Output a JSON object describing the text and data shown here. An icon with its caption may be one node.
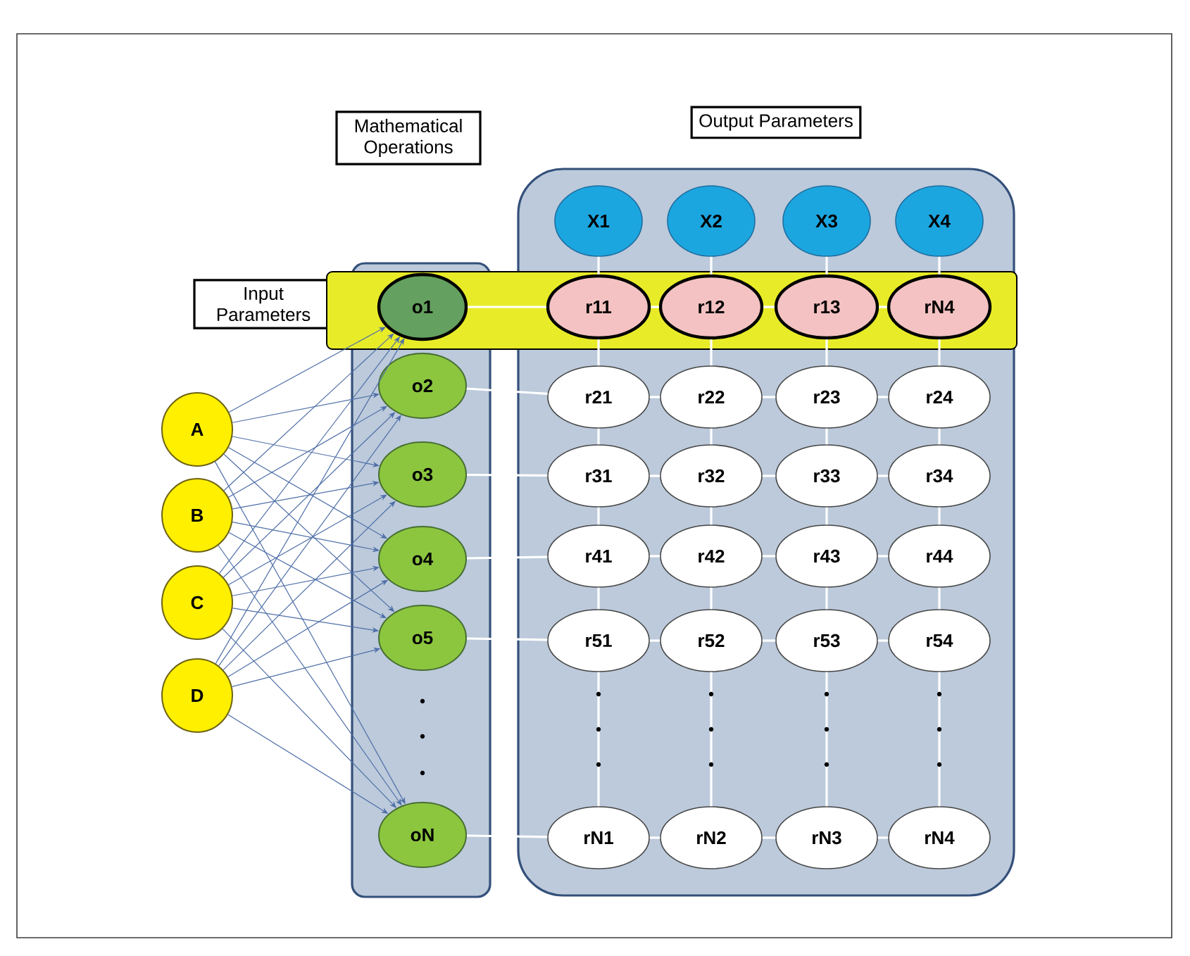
{
  "diagram": {
    "nodes": [
      {
        "text": [
          "Input Parameters"
        ]
      },
      {
        "text": [
          "Mathematical Operations"
        ]
      },
      {
        "text": [
          "Output Parameters"
        ]
      },
      {
        "text": [],
        "shape": "box"
      },
      {
        "text": [],
        "shape": "box"
      },
      {
        "text": [
          "A"
        ]
      },
      {
        "text": [
          "B"
        ]
      },
      {
        "text": [
          "C"
        ]
      },
      {
        "text": [
          "D"
        ]
      },
      {
        "text": [
          "o1"
        ],
        "in": 3
      },
      {
        "text": [
          "o2"
        ],
        "in": 3
      },
      {
        "text": [
          "o3"
        ],
        "in": 3
      },
      {
        "text": [
          "o4"
        ],
        "in": 3
      },
      {
        "text": [
          "o5"
        ],
        "in": 3
      },
      {
        "text": [
          "oN"
        ],
        "in": 3
      },
      {
        "text": [
          "X1"
        ],
        "in": 4
      },
      {
        "text": [
          "X2"
        ],
        "in": 4
      },
      {
        "text": [
          "X3"
        ],
        "in": 4
      },
      {
        "text": [
          "X4"
        ],
        "in": 4
      },
      {
        "text": [
          "r11"
        ],
        "in": 4
      },
      {
        "text": [
          "r12"
        ],
        "in": 4
      },
      {
        "text": [
          "r13"
        ],
        "in": 4
      },
      {
        "text": [
          "rN4"
        ],
        "in": 4
      },
      {
        "text": [
          "r21"
        ],
        "in": 4
      },
      {
        "text": [
          "r22"
        ],
        "in": 4
      },
      {
        "text": [
          "r23"
        ],
        "in": 4
      },
      {
        "text": [
          "r24"
        ],
        "in": 4
      },
      {
        "text": [
          "r31"
        ],
        "in": 4
      },
      {
        "text": [
          "r32"
        ],
        "in": 4
      },
      {
        "text": [
          "r33"
        ],
        "in": 4
      },
      {
        "text": [
          "r34"
        ],
        "in": 4
      },
      {
        "text": [
          "r41"
        ],
        "in": 4
      },
      {
        "text": [
          "r42"
        ],
        "in": 4
      },
      {
        "text": [
          "r43"
        ],
        "in": 4
      },
      {
        "text": [
          "r44"
        ],
        "in": 4
      },
      {
        "text": [
          "r51"
        ],
        "in": 4
      },
      {
        "text": [
          "r52"
        ],
        "in": 4
      },
      {
        "text": [
          "r53"
        ],
        "in": 4
      },
      {
        "text": [
          "r54"
        ],
        "in": 4
      },
      {
        "text": [
          "rN1"
        ],
        "in": 4
      },
      {
        "text": [
          "rN2"
        ],
        "in": 4
      },
      {
        "text": [
          "rN3"
        ],
        "in": 4
      },
      {
        "text": [
          "rN4"
        ],
        "in": 4
      }
    ],
    "edges": [
      {
        "from": 5,
        "to": 9,
        "arrow": "to",
        "color": "#4f6fa8"
      },
      {
        "from": 5,
        "to": 10,
        "arrow": "to",
        "color": "#4f6fa8"
      },
      {
        "from": 5,
        "to": 11,
        "arrow": "to",
        "color": "#4f6fa8"
      },
      {
        "from": 5,
        "to": 12,
        "arrow": "to",
        "color": "#4f6fa8"
      },
      {
        "from": 5,
        "to": 13,
        "arrow": "to",
        "color": "#4f6fa8"
      },
      {
        "from": 5,
        "to": 14,
        "arrow": "to",
        "color": "#4f6fa8"
      },
      {
        "from": 6,
        "to": 9,
        "arrow": "to",
        "color": "#4f6fa8"
      },
      {
        "from": 6,
        "to": 10,
        "arrow": "to",
        "color": "#4f6fa8"
      },
      {
        "from": 6,
        "to": 11,
        "arrow": "to",
        "color": "#4f6fa8"
      },
      {
        "from": 6,
        "to": 12,
        "arrow": "to",
        "color": "#4f6fa8"
      },
      {
        "from": 6,
        "to": 13,
        "arrow": "to",
        "color": "#4f6fa8"
      },
      {
        "from": 6,
        "to": 14,
        "arrow": "to",
        "color": "#4f6fa8"
      },
      {
        "from": 7,
        "to": 9,
        "arrow": "to",
        "color": "#4f6fa8"
      },
      {
        "from": 7,
        "to": 10,
        "arrow": "to",
        "color": "#4f6fa8"
      },
      {
        "from": 7,
        "to": 11,
        "arrow": "to",
        "color": "#4f6fa8"
      },
      {
        "from": 7,
        "to": 12,
        "arrow": "to",
        "color": "#4f6fa8"
      },
      {
        "from": 7,
        "to": 13,
        "arrow": "to",
        "color": "#4f6fa8"
      },
      {
        "from": 7,
        "to": 14,
        "arrow": "to",
        "color": "#4f6fa8"
      },
      {
        "from": 8,
        "to": 9,
        "arrow": "to",
        "color": "#4f6fa8"
      },
      {
        "from": 8,
        "to": 10,
        "arrow": "to",
        "color": "#4f6fa8"
      },
      {
        "from": 8,
        "to": 11,
        "arrow": "to",
        "color": "#4f6fa8"
      },
      {
        "from": 8,
        "to": 12,
        "arrow": "to",
        "color": "#4f6fa8"
      },
      {
        "from": 8,
        "to": 13,
        "arrow": "to",
        "color": "#4f6fa8"
      },
      {
        "from": 8,
        "to": 14,
        "arrow": "to",
        "color": "#4f6fa8"
      },
      {
        "from": 9,
        "to": 19,
        "arrow": "none"
      },
      {
        "from": 10,
        "to": 23,
        "arrow": "none"
      },
      {
        "from": 11,
        "to": 27,
        "arrow": "none"
      },
      {
        "from": 12,
        "to": 31,
        "arrow": "none"
      },
      {
        "from": 13,
        "to": 35,
        "arrow": "none"
      },
      {
        "from": 14,
        "to": 39,
        "arrow": "none"
      },
      {
        "from": 19,
        "to": 20,
        "arrow": "none"
      },
      {
        "from": 20,
        "to": 21,
        "arrow": "none"
      },
      {
        "from": 21,
        "to": 22,
        "arrow": "none"
      },
      {
        "from": 23,
        "to": 24,
        "arrow": "none"
      },
      {
        "from": 24,
        "to": 25,
        "arrow": "none"
      },
      {
        "from": 25,
        "to": 26,
        "arrow": "none"
      },
      {
        "from": 27,
        "to": 28,
        "arrow": "none"
      },
      {
        "from": 28,
        "to": 29,
        "arrow": "none"
      },
      {
        "from": 29,
        "to": 30,
        "arrow": "none"
      },
      {
        "from": 31,
        "to": 32,
        "arrow": "none"
      },
      {
        "from": 32,
        "to": 33,
        "arrow": "none"
      },
      {
        "from": 33,
        "to": 34,
        "arrow": "none"
      },
      {
        "from": 35,
        "to": 36,
        "arrow": "none"
      },
      {
        "from": 36,
        "to": 37,
        "arrow": "none"
      },
      {
        "from": 37,
        "to": 38,
        "arrow": "none"
      },
      {
        "from": 39,
        "to": 40,
        "arrow": "none"
      },
      {
        "from": 40,
        "to": 41,
        "arrow": "none"
      },
      {
        "from": 41,
        "to": 42,
        "arrow": "none"
      },
      {
        "from": 15,
        "to": 19,
        "arrow": "none"
      },
      {
        "from": 16,
        "to": 20,
        "arrow": "none"
      },
      {
        "from": 17,
        "to": 21,
        "arrow": "none"
      },
      {
        "from": 18,
        "to": 22,
        "arrow": "none"
      },
      {
        "from": 19,
        "to": 23,
        "arrow": "none"
      },
      {
        "from": 20,
        "to": 24,
        "arrow": "none"
      },
      {
        "from": 21,
        "to": 25,
        "arrow": "none"
      },
      {
        "from": 22,
        "to": 26,
        "arrow": "none"
      },
      {
        "from": 23,
        "to": 27,
        "arrow": "none"
      },
      {
        "from": 24,
        "to": 28,
        "arrow": "none"
      },
      {
        "from": 25,
        "to": 29,
        "arrow": "none"
      },
      {
        "from": 26,
        "to": 30,
        "arrow": "none"
      },
      {
        "from": 27,
        "to": 31,
        "arrow": "none"
      },
      {
        "from": 28,
        "to": 32,
        "arrow": "none"
      },
      {
        "from": 29,
        "to": 33,
        "arrow": "none"
      },
      {
        "from": 30,
        "to": 34,
        "arrow": "none"
      },
      {
        "from": 31,
        "to": 35,
        "arrow": "none"
      },
      {
        "from": 32,
        "to": 36,
        "arrow": "none"
      },
      {
        "from": 33,
        "to": 37,
        "arrow": "none"
      },
      {
        "from": 34,
        "to": 38,
        "arrow": "none"
      },
      {
        "from": 35,
        "to": 39,
        "arrow": "none"
      },
      {
        "from": 36,
        "to": 40,
        "arrow": "none"
      },
      {
        "from": 37,
        "to": 41,
        "arrow": "none"
      },
      {
        "from": 38,
        "to": 42,
        "arrow": "none"
      }
    ]
  }
}
